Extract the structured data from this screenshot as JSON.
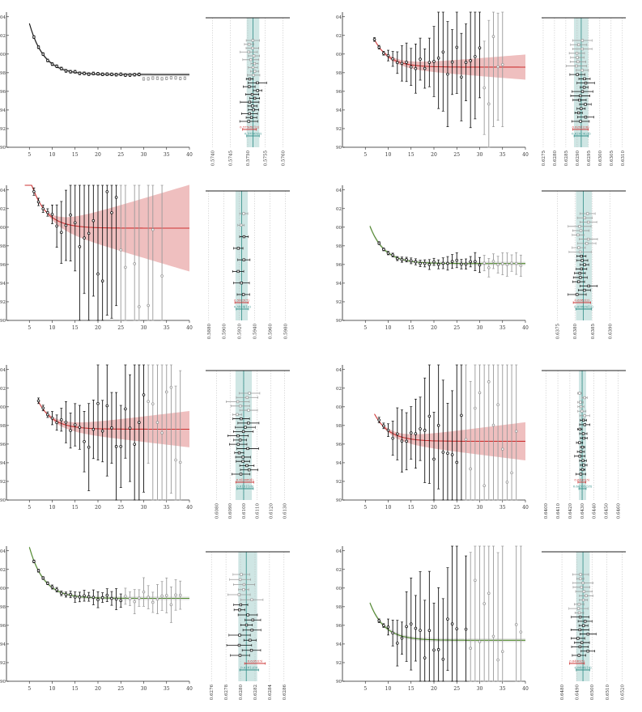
{
  "colors": {
    "black": "#111111",
    "red": "#cc3333",
    "green": "#4f8a2b",
    "red_band": "#e9aaaa",
    "teal_band": "#cfe6e4",
    "teal": "#2f8c86",
    "grey": "#999999"
  },
  "chart_data": [
    {
      "type": "scatter",
      "xlim": [
        0,
        40
      ],
      "ylim": [
        0.9,
        1.045
      ],
      "xticks": [
        "5",
        "10",
        "15",
        "20",
        "25",
        "30",
        "35",
        "40"
      ],
      "yticks": [
        "0.90",
        "0.92",
        "0.94",
        "0.96",
        "0.98",
        "1.00",
        "1.02",
        "1.04"
      ],
      "fit_color": "black",
      "fit_level": 0.978,
      "fit_from": 5,
      "band_fan": 0.0,
      "err_growth": 0.0,
      "grey_from": 30,
      "points_from": 6,
      "points_to": 39,
      "err_base": 0.0015
    },
    {
      "type": "scatter",
      "xlim": [
        0,
        40
      ],
      "ylim": [
        0.9,
        1.045
      ],
      "xticks": [
        "5",
        "10",
        "15",
        "20",
        "25",
        "30",
        "35",
        "40"
      ],
      "yticks": [
        "0.90",
        "0.92",
        "0.94",
        "0.96",
        "0.98",
        "1.00",
        "1.02",
        "1.04"
      ],
      "fit_color": "red",
      "fit_level": 0.986,
      "fit_from": 7,
      "band_fan": 0.012,
      "err_growth": 0.0035,
      "grey_from": 31,
      "points_from": 7,
      "points_to": 35,
      "err_base": 0.002
    },
    {
      "type": "scatter",
      "xlim": [
        0,
        40
      ],
      "ylim": [
        0.9,
        1.045
      ],
      "xticks": [
        "5",
        "10",
        "15",
        "20",
        "25",
        "30",
        "35",
        "40"
      ],
      "yticks": [
        "0.90",
        "0.92",
        "0.94",
        "0.96",
        "0.98",
        "1.00",
        "1.02",
        "1.04"
      ],
      "fit_color": "red",
      "fit_level": 0.999,
      "fit_from": 4,
      "band_fan": 0.045,
      "err_growth": 0.01,
      "grey_from": 25,
      "points_from": 5,
      "points_to": 34,
      "err_base": 0.004
    },
    {
      "type": "scatter",
      "xlim": [
        0,
        40
      ],
      "ylim": [
        0.9,
        1.045
      ],
      "xticks": [
        "5",
        "10",
        "15",
        "20",
        "25",
        "30",
        "35",
        "40"
      ],
      "yticks": [
        "0.90",
        "0.92",
        "0.94",
        "0.96",
        "0.98",
        "1.00",
        "1.02",
        "1.04"
      ],
      "fit_color": "green",
      "fit_level": 0.961,
      "fit_from": 6,
      "band_fan": 0.0,
      "err_growth": 0.0003,
      "grey_from": 31,
      "points_from": 8,
      "points_to": 39,
      "err_base": 0.0015
    },
    {
      "type": "scatter",
      "xlim": [
        0,
        40
      ],
      "ylim": [
        0.9,
        1.045
      ],
      "xticks": [
        "5",
        "10",
        "15",
        "20",
        "25",
        "30",
        "35",
        "40"
      ],
      "yticks": [
        "0.90",
        "0.92",
        "0.94",
        "0.96",
        "0.98",
        "1.00",
        "1.02",
        "1.04"
      ],
      "fit_color": "red",
      "fit_level": 0.976,
      "fit_from": 7,
      "band_fan": 0.018,
      "err_growth": 0.004,
      "grey_from": 31,
      "points_from": 7,
      "points_to": 38,
      "err_base": 0.003
    },
    {
      "type": "scatter",
      "xlim": [
        0,
        40
      ],
      "ylim": [
        0.9,
        1.045
      ],
      "xticks": [
        "5",
        "10",
        "15",
        "20",
        "25",
        "30",
        "35",
        "40"
      ],
      "yticks": [
        "0.90",
        "0.92",
        "0.94",
        "0.96",
        "0.98",
        "1.00",
        "1.02",
        "1.04"
      ],
      "fit_color": "red",
      "fit_level": 0.963,
      "fit_from": 7,
      "band_fan": 0.019,
      "err_growth": 0.006,
      "grey_from": 27,
      "points_from": 8,
      "points_to": 38,
      "err_base": 0.003
    },
    {
      "type": "scatter",
      "xlim": [
        0,
        40
      ],
      "ylim": [
        0.9,
        1.045
      ],
      "xticks": [
        "5",
        "10",
        "15",
        "20",
        "25",
        "30",
        "35",
        "40"
      ],
      "yticks": [
        "0.90",
        "0.92",
        "0.94",
        "0.96",
        "0.98",
        "1.00",
        "1.02",
        "1.04"
      ],
      "fit_color": "green",
      "fit_level": 0.989,
      "fit_from": 5,
      "band_fan": 0.0,
      "err_growth": 0.0005,
      "grey_from": 26,
      "points_from": 6,
      "points_to": 38,
      "err_base": 0.0015
    },
    {
      "type": "scatter",
      "xlim": [
        0,
        40
      ],
      "ylim": [
        0.9,
        1.045
      ],
      "xticks": [
        "5",
        "10",
        "15",
        "20",
        "25",
        "30",
        "35",
        "40"
      ],
      "yticks": [
        "0.90",
        "0.92",
        "0.94",
        "0.96",
        "0.98",
        "1.00",
        "1.02",
        "1.04"
      ],
      "fit_color": "green",
      "fit_level": 0.944,
      "fit_from": 6,
      "band_fan": 0.0,
      "err_growth": 0.006,
      "grey_from": 28,
      "points_from": 8,
      "points_to": 39,
      "err_base": 0.002
    }
  ],
  "side_data": [
    {
      "xlim": [
        0.5738,
        0.5762
      ],
      "xticks": [
        "0.5740",
        "0.5745",
        "0.5750",
        "0.5755",
        "0.5760"
      ],
      "band": [
        0.57497,
        0.57533
      ],
      "center": 0.57515,
      "labels": [
        "0.575(8)(12)",
        "0.57505(9)"
      ],
      "est_red": 0.57505,
      "est_teal": 0.57515,
      "n_black": 12,
      "n_grey": 10
    },
    {
      "xlim": [
        0.62743,
        0.63115
      ],
      "xticks": [
        "0.6275",
        "0.6280",
        "0.6285",
        "0.6290",
        "0.6295",
        "0.6300",
        "0.6305",
        "0.6310"
      ],
      "band": [
        0.62886,
        0.62949
      ],
      "center": 0.62918,
      "labels": [
        "0.6291(26)",
        "0.62919(28)"
      ],
      "est_red": 0.62915,
      "est_teal": 0.62918,
      "n_black": 12,
      "n_grey": 8
    },
    {
      "xlim": [
        0.5876,
        0.5986
      ],
      "xticks": [
        "0.5880",
        "0.5900",
        "0.5920",
        "0.5940",
        "0.5960",
        "0.5980"
      ],
      "band": [
        0.5915,
        0.5931
      ],
      "center": 0.5923,
      "labels": [
        "0.5923(7)",
        "0.5924(10)"
      ],
      "est_red": 0.5923,
      "est_teal": 0.5924,
      "n_black": 6,
      "n_grey": 2
    },
    {
      "xlim": [
        0.63705,
        0.63945
      ],
      "xticks": [
        "0.6375",
        "0.6380",
        "0.6385",
        "0.6390"
      ],
      "band": [
        0.63803,
        0.63848
      ],
      "center": 0.63824,
      "labels": [
        "0.6382(2)",
        "0.63825(12)"
      ],
      "est_red": 0.6382,
      "est_teal": 0.63825,
      "n_black": 10,
      "n_grey": 10
    },
    {
      "xlim": [
        0.6072,
        0.6134
      ],
      "xticks": [
        "0.6080",
        "0.6090",
        "0.6100",
        "0.6110",
        "0.6120",
        "0.6130"
      ],
      "band": [
        0.6094,
        0.6106
      ],
      "center": 0.61,
      "labels": [
        "0.61008(4)",
        "0.61011(6)"
      ],
      "est_red": 0.61008,
      "est_teal": 0.61011,
      "n_black": 14,
      "n_grey": 6
    },
    {
      "xlim": [
        0.63965,
        0.64665
      ],
      "xticks": [
        "0.6400",
        "0.6410",
        "0.6420",
        "0.6430",
        "0.6440",
        "0.6450",
        "0.6460"
      ],
      "band": [
        0.64275,
        0.64335
      ],
      "center": 0.64302,
      "labels": [
        "0.6430(3)",
        "0.64305(18)"
      ],
      "est_red": 0.643,
      "est_teal": 0.64305,
      "n_black": 13,
      "n_grey": 6
    },
    {
      "xlim": [
        0.62752,
        0.62868
      ],
      "xticks": [
        "0.6276",
        "0.6278",
        "0.6280",
        "0.6282",
        "0.6284",
        "0.6286"
      ],
      "band": [
        0.62797,
        0.62823
      ],
      "center": 0.62808,
      "labels": [
        "0.6282(3)",
        "0.62812(9)"
      ],
      "est_red": 0.6282,
      "est_teal": 0.62812,
      "n_black": 11,
      "n_grey": 6
    },
    {
      "xlim": [
        0.64665,
        0.65225
      ],
      "xticks": [
        "0.6480",
        "0.6490",
        "0.6500",
        "0.6510",
        "0.6520"
      ],
      "band": [
        0.64895,
        0.64985
      ],
      "center": 0.6494,
      "labels": [
        "0.6490(3)",
        "0.6494(10)"
      ],
      "est_red": 0.649,
      "est_teal": 0.6494,
      "n_black": 10,
      "n_grey": 10
    }
  ]
}
